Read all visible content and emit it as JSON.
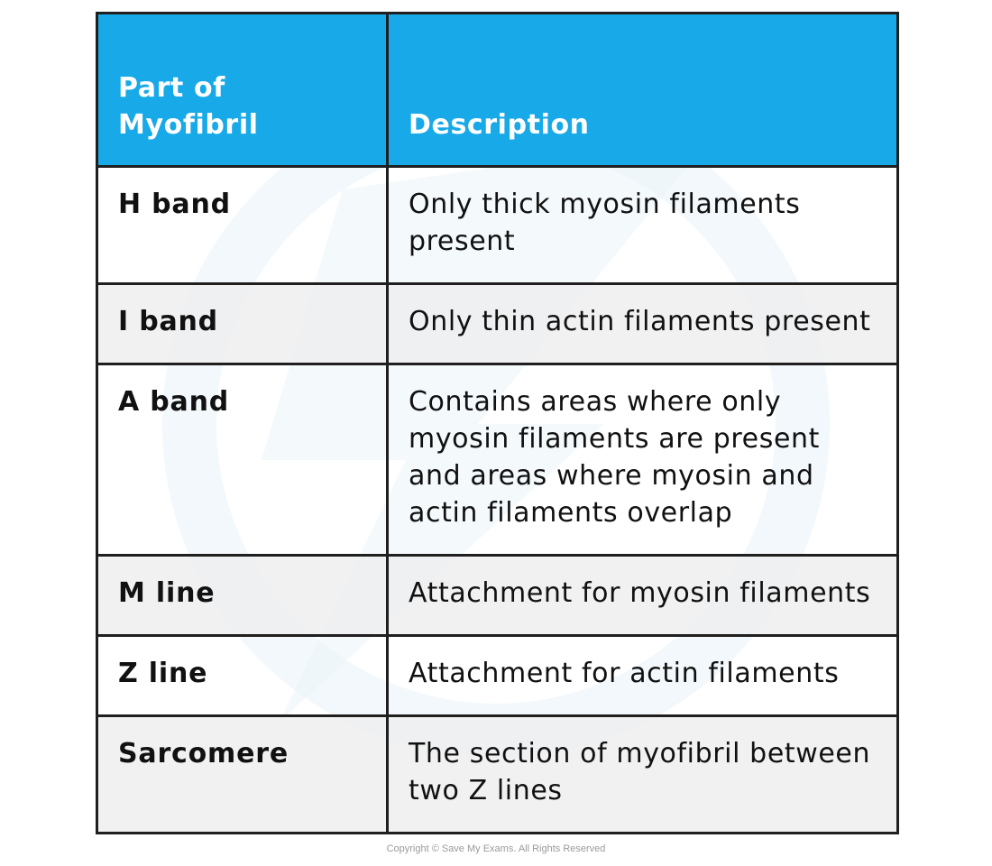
{
  "table": {
    "headers": {
      "part": "Part of Myofibril",
      "description": "Description"
    },
    "rows": [
      {
        "part": "H band",
        "description": "Only thick myosin filaments present"
      },
      {
        "part": "I band",
        "description": "Only thin actin filaments present"
      },
      {
        "part": "A band",
        "description": "Contains areas where only myosin filaments are present and areas where myosin and actin filaments overlap"
      },
      {
        "part": "M line",
        "description": "Attachment for myosin filaments"
      },
      {
        "part": "Z line",
        "description": "Attachment for actin filaments"
      },
      {
        "part": "Sarcomere",
        "description": "The section of myofibril between two Z lines"
      }
    ]
  },
  "footer": {
    "copyright": "Copyright © Save My Exams. All Rights Reserved"
  },
  "colors": {
    "header_bg": "#17a9e8",
    "header_text": "#ffffff",
    "border": "#1f1f1f",
    "alt_row_bg": "#eeeeee"
  }
}
